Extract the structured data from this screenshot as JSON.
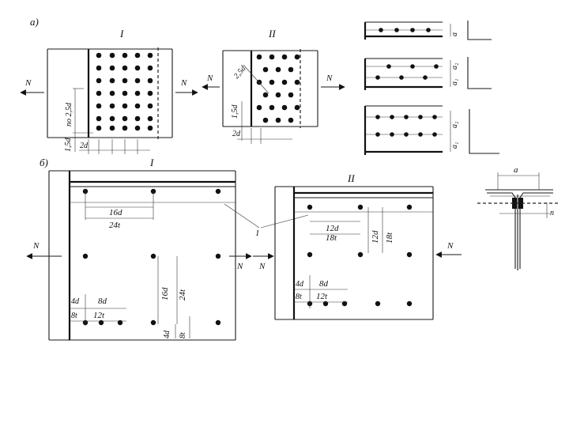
{
  "labels": {
    "part_a": "а)",
    "part_b": "б)",
    "roman_1": "I",
    "roman_2": "II",
    "force": "N",
    "callout_1": "1"
  },
  "dims_a1": {
    "edge_v": "1,5d",
    "pitch_v": "по 2,5d",
    "edge_h": "2d"
  },
  "dims_a2": {
    "diag": "2,5d",
    "edge_v": "1,5d",
    "edge_h": "2d"
  },
  "angles": {
    "a": "a",
    "a1": "a₁",
    "a2": "a₂"
  },
  "dims_b1": {
    "span_d": "16d",
    "span_t": "24t",
    "vert_d": "16d",
    "vert_t": "24t",
    "left_d": "4d",
    "left_t": "8t",
    "pitch_d": "8d",
    "pitch_t": "12t",
    "edge_d": "4d",
    "edge_t": "8t"
  },
  "dims_b2": {
    "span_d": "12d",
    "span_t": "18t",
    "vert_d": "12d",
    "vert_t": "18t",
    "left_d": "4d",
    "left_t": "8t",
    "pitch_d": "8d",
    "pitch_t": "12t"
  },
  "tee": {
    "a": "a",
    "n": "n"
  }
}
